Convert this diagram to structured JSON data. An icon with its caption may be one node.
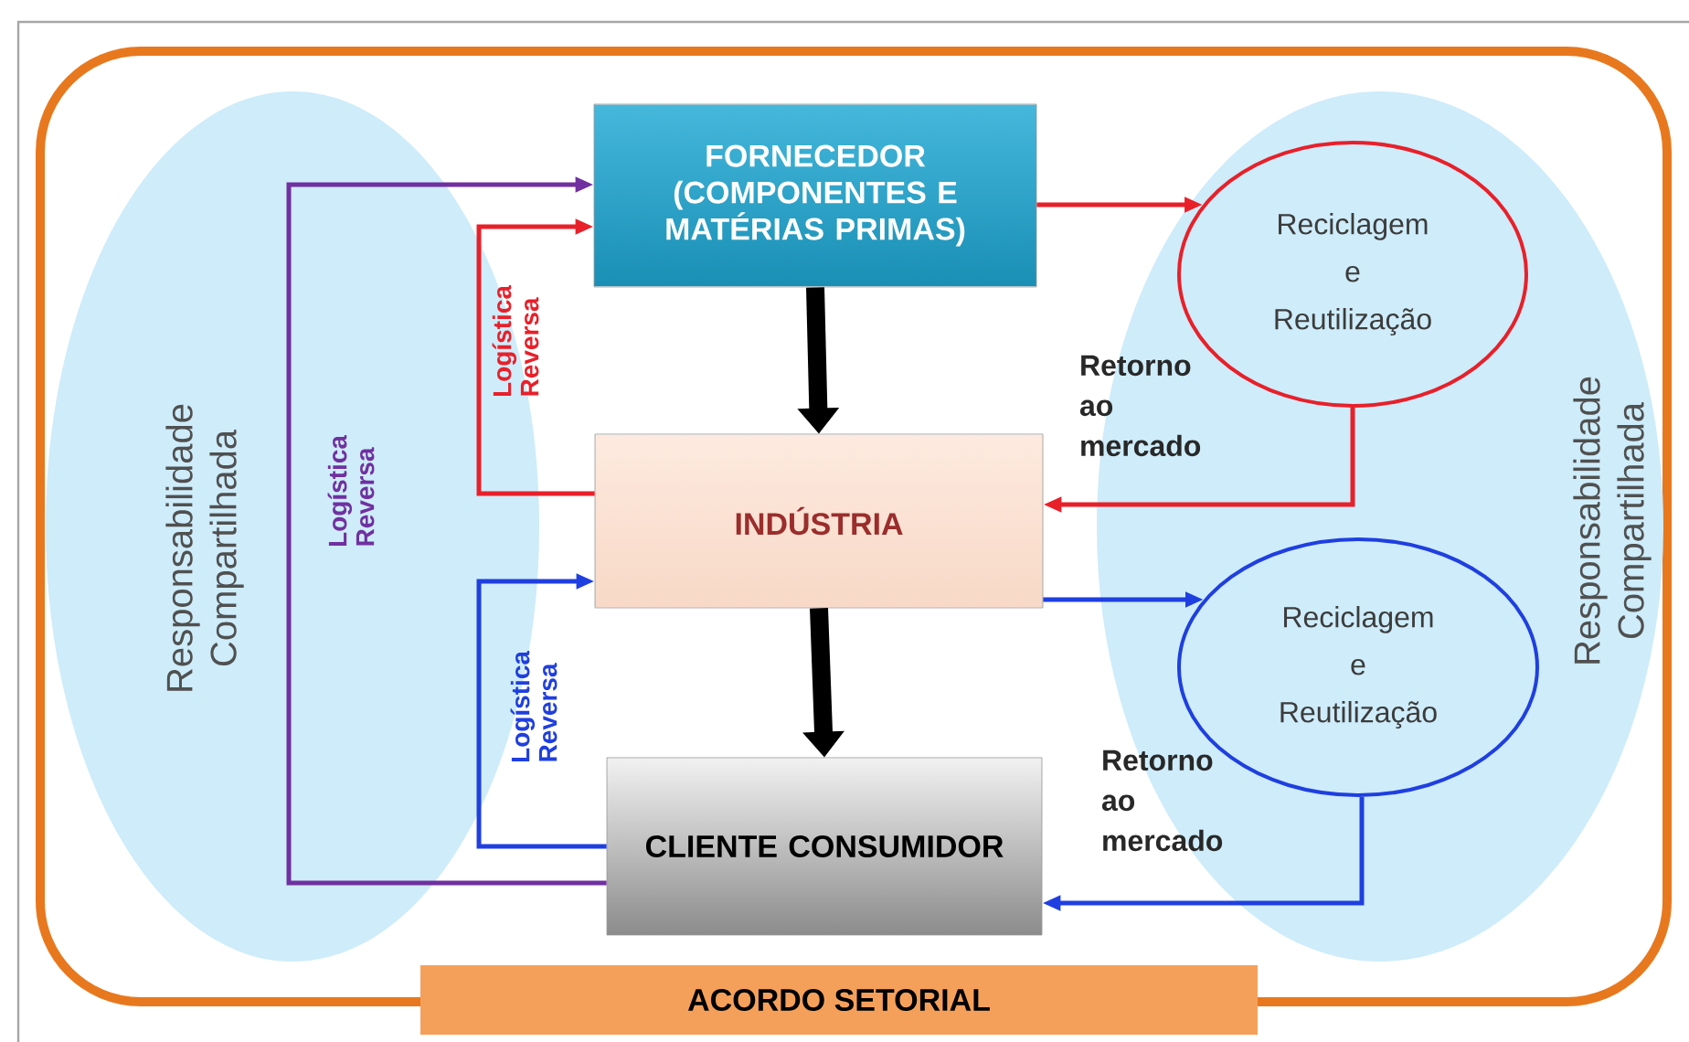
{
  "diagram": {
    "nodes": [
      {
        "text": [
          "FORNECEDOR",
          "(COMPONENTES E MATÉRIAS PRIMAS)"
        ]
      },
      {
        "text": [
          "INDÚSTRIA"
        ]
      },
      {
        "text": [
          "CLIENTE CONSUMIDOR"
        ]
      },
      {
        "text": [
          "Reciclagem e Reutilização"
        ]
      },
      {
        "text": [
          "Reciclagem e Reutilização"
        ]
      },
      {
        "text": [
          "ACORDO SETORIAL"
        ]
      }
    ],
    "edges": [
      {
        "from": 0,
        "to": 1,
        "arrow": "to",
        "style": "thick",
        "color": "#000000"
      },
      {
        "from": 1,
        "to": 2,
        "arrow": "to",
        "style": "thick",
        "color": "#000000"
      },
      {
        "from": 1,
        "to": 0,
        "arrow": "to",
        "color": "#e8202a",
        "label": "Logística Reversa"
      },
      {
        "from": 2,
        "to": 0,
        "arrow": "to",
        "color": "#7030a0",
        "label": "Logística Reversa"
      },
      {
        "from": 2,
        "to": 1,
        "arrow": "to",
        "color": "#1f3fe0",
        "label": "Logística Reversa"
      },
      {
        "from": 0,
        "to": 3,
        "arrow": "to",
        "color": "#e8202a"
      },
      {
        "from": 3,
        "to": 1,
        "arrow": "to",
        "color": "#e8202a",
        "label": "Retorno ao mercado"
      },
      {
        "from": 1,
        "to": 4,
        "arrow": "to",
        "color": "#1f3fe0"
      },
      {
        "from": 4,
        "to": 2,
        "arrow": "to",
        "color": "#1f3fe0",
        "label": "Retorno ao mercado"
      }
    ],
    "labels": [
      "Responsabilidade Compartilhada",
      "Responsabilidade Compartilhada"
    ]
  }
}
